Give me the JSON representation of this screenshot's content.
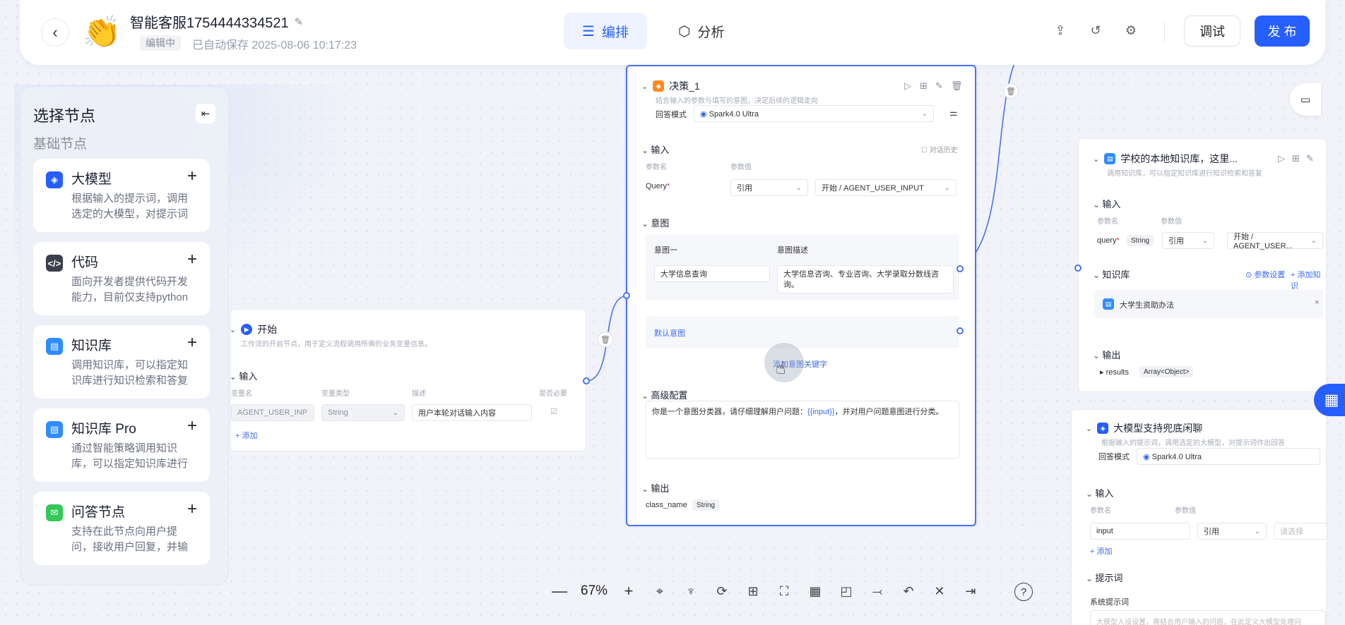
{
  "header": {
    "back_icon": "chevron-left-icon",
    "avatar_emoji": "👏",
    "title": "智能客服1754444334521",
    "status": "编辑中",
    "autosave": "已自动保存 2025-08-06 10:17:23",
    "tabs": [
      {
        "label": "编排",
        "icon": "server-icon",
        "active": true
      },
      {
        "label": "分析",
        "icon": "cube-icon",
        "active": false
      }
    ],
    "debug_label": "调试",
    "publish_label": "发 布",
    "accent_color": "#275eff"
  },
  "panel": {
    "title": "选择节点",
    "subtitle": "基础节点",
    "nodes": [
      {
        "name": "大模型",
        "desc": "根据输入的提示词，调用选定的大模型，对提示词作…",
        "icon_color": "#275eff"
      },
      {
        "name": "代码",
        "desc": "面向开发者提供代码开发能力，目前仅支持python语…",
        "icon_color": "#3a3f4b"
      },
      {
        "name": "知识库",
        "desc": "调用知识库，可以指定知识库进行知识检索和答复",
        "icon_color": "#2f8cff"
      },
      {
        "name": "知识库 Pro",
        "desc": "通过智能策略调用知识库，可以指定知识库进行知识…",
        "icon_color": "#2f8cff"
      },
      {
        "name": "问答节点",
        "desc": "支持在此节点向用户提问，接收用户回复，并输出回…",
        "icon_color": "#34c759"
      }
    ]
  },
  "start_node": {
    "title": "开始",
    "desc": "工作流的开启节点，用于定义流程调用所需的业务变量信息。",
    "input_section": "输入",
    "col_varname": "变量名",
    "col_vartype": "变量类型",
    "col_desc": "描述",
    "col_required": "是否必要",
    "var_name": "AGENT_USER_INP",
    "var_type": "String",
    "var_desc": "用户本轮对话输入内容",
    "add_label": "+ 添加"
  },
  "decision_node": {
    "title": "决策_1",
    "desc": "结合输入的参数与填写的意图，决定后续的逻辑走向",
    "answer_mode_label": "回答模式",
    "model": "Spark4.0 Ultra",
    "input_section": "输入",
    "history_label": "对话历史",
    "col_param": "参数名",
    "col_value": "参数值",
    "param_name": "Query",
    "ref_label": "引用",
    "ref_value": "开始 / AGENT_USER_INPUT",
    "intent_section": "意图",
    "intent_name_label": "意图一",
    "intent_desc_label": "意图描述",
    "intent_name": "大学信息查询",
    "intent_desc": "大学信息咨询、专业咨询、大学录取分数线咨询。",
    "default_intent": "默认意图",
    "add_keyword": "添加意图关键字",
    "advanced_section": "高级配置",
    "prompt_prefix": "你是一个意图分类器，请仔细理解用户问题：",
    "prompt_var": "{{input}}",
    "prompt_suffix": "，并对用户问题意图进行分类。",
    "output_section": "输出",
    "output_name": "class_name",
    "output_type": "String"
  },
  "kb_node": {
    "title": "学校的本地知识库，这里...",
    "desc": "调用知识库，可以指定知识库进行知识检索和答复",
    "input_section": "输入",
    "col_param": "参数名",
    "col_value": "参数值",
    "param_name": "query",
    "param_type": "String",
    "ref_label": "引用",
    "ref_value": "开始 / AGENT_USER...",
    "kb_section": "知识库",
    "param_settings": "⊙ 参数设置",
    "add_kb": "+ 添加知识",
    "kb_item": "大学生资助办法",
    "output_section": "输出",
    "output_name": "results",
    "output_type": "Array<Object>"
  },
  "llm_node": {
    "title": "大模型支持兜底闲聊",
    "desc": "根据输入的提示词，调用选定的大模型，对提示词作出回答",
    "answer_mode_label": "回答模式",
    "model": "Spark4.0 Ultra",
    "input_section": "输入",
    "col_param": "参数名",
    "col_value": "参数值",
    "param_name": "input",
    "ref_label": "引用",
    "select_placeholder": "请选择",
    "add_label": "+ 添加",
    "prompt_section": "提示词",
    "sys_prompt_label": "系统提示词",
    "sys_prompt_placeholder": "大模型人设设置，需结合用户输入的问题，在此定义大模型处理问"
  },
  "toolbar": {
    "zoom": "67%",
    "zoom_out": "—",
    "zoom_in": "+",
    "tools": [
      "locate-icon",
      "broom-icon",
      "refresh-icon",
      "add-node-icon",
      "fit-view-icon",
      "layout-icon",
      "note-icon",
      "branch-icon",
      "undo-icon",
      "collapse-icon",
      "export-icon"
    ],
    "help": "?"
  }
}
